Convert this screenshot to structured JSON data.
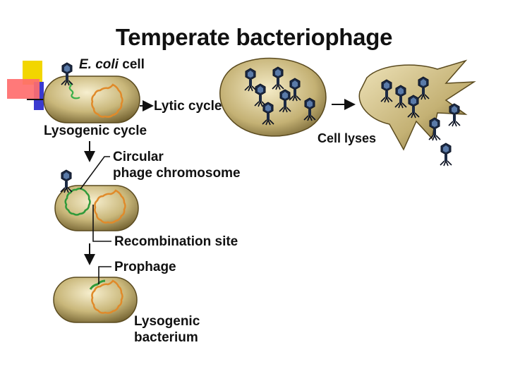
{
  "slide": {
    "title": "Temperate bacteriophage"
  },
  "diagram": {
    "labels": {
      "ecoli_italic": "E. coli",
      "ecoli_rest": " cell",
      "lytic_cycle": "Lytic cycle",
      "lysogenic_cycle": "Lysogenic cycle",
      "cell_lyses": "Cell lyses",
      "circular_line1": "Circular",
      "circular_line2": "phage chromosome",
      "recombination_site": "Recombination site",
      "prophage": "Prophage",
      "lysogenic_line1": "Lysogenic",
      "lysogenic_line2": "bacterium"
    },
    "colors": {
      "cell_fill": "#c9b77a",
      "cell_dark": "#6b5a2a",
      "bacterial_dna": "#e08a2a",
      "phage_dna": "#2f9a3a",
      "phage_body": "#1c2a44",
      "bullet_yellow": "#f2d600",
      "bullet_red": "#ff5a5a",
      "bullet_blue": "#3a3ad0"
    }
  }
}
